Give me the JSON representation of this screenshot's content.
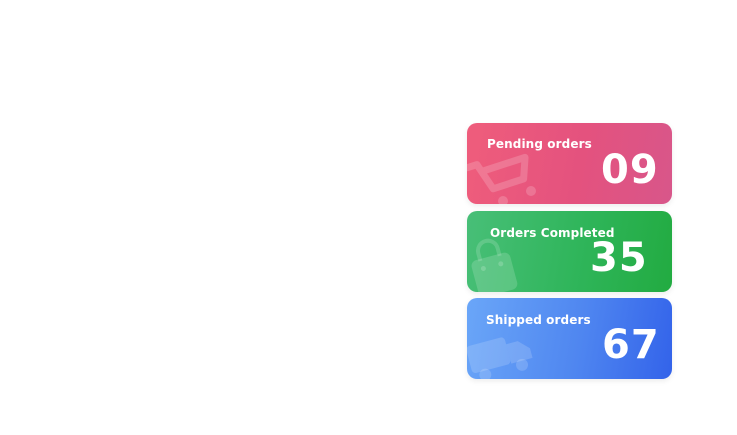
{
  "cards": {
    "pending": {
      "title": "Pending orders",
      "value": "09",
      "icon": "shopping-cart-icon",
      "colors": [
        "#ef5d7c",
        "#d8568a"
      ]
    },
    "completed": {
      "title": "Orders Completed",
      "value": "35",
      "icon": "shopping-bag-icon",
      "colors": [
        "#48bf78",
        "#22ab41"
      ]
    },
    "shipped": {
      "title": "Shipped orders",
      "value": "67",
      "icon": "delivery-truck-icon",
      "colors": [
        "#6aa6f8",
        "#3363ea"
      ]
    }
  }
}
